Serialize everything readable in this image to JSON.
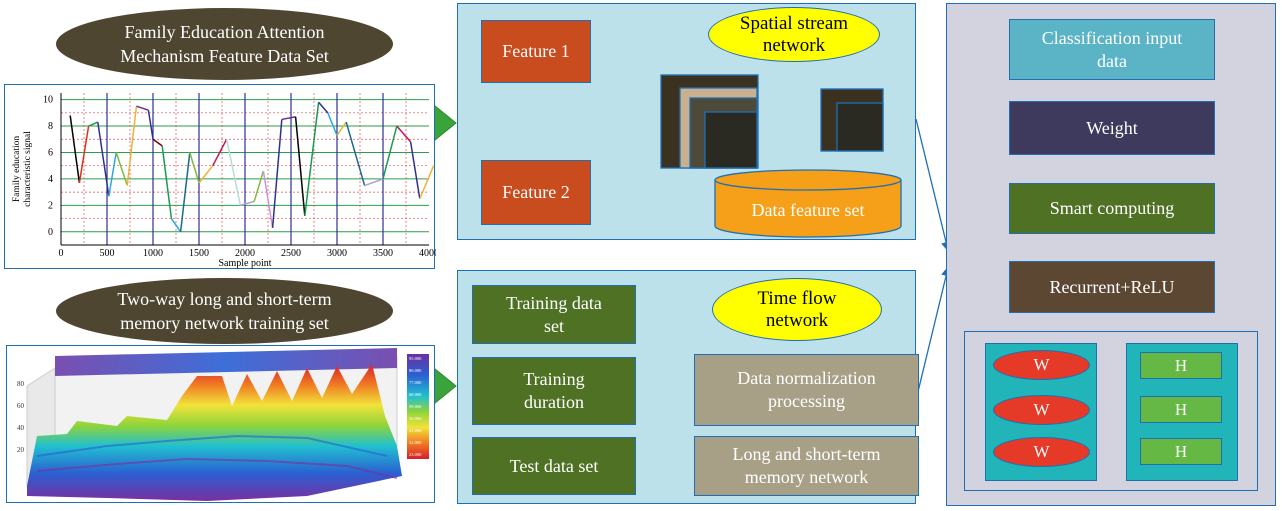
{
  "left": {
    "title1": "Family Education Attention Mechanism Feature Data Set",
    "title1_line1": "Family Education Attention",
    "title1_line2": "Mechanism Feature Data Set",
    "title2_line1": "Two-way long and short-term",
    "title2_line2": "memory network training set",
    "chart_data": {
      "type": "line",
      "xlabel": "Sample point",
      "ylabel_line1": "Family education",
      "ylabel_line2": "characteristic signal",
      "xlim": [
        0,
        4000
      ],
      "ylim": [
        -1,
        10.5
      ],
      "xticks": [
        "0",
        "500",
        "1000",
        "1500",
        "2000",
        "2500",
        "3000",
        "3500",
        "4000"
      ],
      "yticks": [
        "0",
        "2",
        "4",
        "6",
        "8",
        "10"
      ],
      "series": [
        {
          "color": "#000000",
          "x": [
            100,
            200
          ],
          "values": [
            8.8,
            3.7
          ]
        },
        {
          "color": "#e0301e",
          "x": [
            200,
            300
          ],
          "values": [
            3.7,
            8.0
          ]
        },
        {
          "color": "#1a9a50",
          "x": [
            300,
            400
          ],
          "values": [
            8.0,
            8.3
          ]
        },
        {
          "color": "#2e3192",
          "x": [
            400,
            520
          ],
          "values": [
            8.3,
            2.7
          ]
        },
        {
          "color": "#29a9e0",
          "x": [
            520,
            600
          ],
          "values": [
            2.7,
            6.0
          ]
        },
        {
          "color": "#7fba43",
          "x": [
            600,
            720
          ],
          "values": [
            6.0,
            3.5
          ]
        },
        {
          "color": "#f2b134",
          "x": [
            720,
            820
          ],
          "values": [
            3.5,
            9.5
          ]
        },
        {
          "color": "#662d91",
          "x": [
            820,
            950
          ],
          "values": [
            9.5,
            9.2
          ]
        },
        {
          "color": "#2e3192",
          "x": [
            950,
            1000
          ],
          "values": [
            9.2,
            7.0
          ]
        },
        {
          "color": "#800000",
          "x": [
            1000,
            1100
          ],
          "values": [
            7.0,
            6.5
          ]
        },
        {
          "color": "#1a9a50",
          "x": [
            1100,
            1200
          ],
          "values": [
            6.5,
            1.0
          ]
        },
        {
          "color": "#29a9e0",
          "x": [
            1200,
            1300
          ],
          "values": [
            1.0,
            0.0
          ]
        },
        {
          "color": "#1a6a8a",
          "x": [
            1300,
            1400
          ],
          "values": [
            0.0,
            6.0
          ]
        },
        {
          "color": "#7fba43",
          "x": [
            1400,
            1500
          ],
          "values": [
            6.0,
            3.7
          ]
        },
        {
          "color": "#f2b134",
          "x": [
            1500,
            1650
          ],
          "values": [
            3.7,
            5.0
          ]
        },
        {
          "color": "#c2185b",
          "x": [
            1650,
            1800
          ],
          "values": [
            5.0,
            7.0
          ]
        },
        {
          "color": "#b2dfdb",
          "x": [
            1800,
            1950
          ],
          "values": [
            7.0,
            2.0
          ]
        },
        {
          "color": "#b39ddb",
          "x": [
            1950,
            2100
          ],
          "values": [
            2.0,
            2.3
          ]
        },
        {
          "color": "#7fba43",
          "x": [
            2100,
            2200
          ],
          "values": [
            2.3,
            4.6
          ]
        },
        {
          "color": "#ce93d8",
          "x": [
            2200,
            2300
          ],
          "values": [
            4.6,
            0.3
          ]
        },
        {
          "color": "#2e3192",
          "x": [
            2300,
            2400
          ],
          "values": [
            0.3,
            8.5
          ]
        },
        {
          "color": "#662d91",
          "x": [
            2400,
            2550
          ],
          "values": [
            8.5,
            8.7
          ]
        },
        {
          "color": "#000000",
          "x": [
            2550,
            2650
          ],
          "values": [
            8.7,
            1.2
          ]
        },
        {
          "color": "#1a9a50",
          "x": [
            2650,
            2800
          ],
          "values": [
            1.2,
            9.8
          ]
        },
        {
          "color": "#2e3192",
          "x": [
            2800,
            2900
          ],
          "values": [
            9.8,
            9.0
          ]
        },
        {
          "color": "#29a9e0",
          "x": [
            2900,
            3000
          ],
          "values": [
            9.0,
            7.3
          ]
        },
        {
          "color": "#f2b134",
          "x": [
            3000,
            3100
          ],
          "values": [
            7.3,
            8.3
          ]
        },
        {
          "color": "#1a6a8a",
          "x": [
            3100,
            3300
          ],
          "values": [
            8.3,
            3.5
          ]
        },
        {
          "color": "#b39ddb",
          "x": [
            3300,
            3500
          ],
          "values": [
            3.5,
            4.0
          ]
        },
        {
          "color": "#1a9a50",
          "x": [
            3500,
            3650
          ],
          "values": [
            4.0,
            8.0
          ]
        },
        {
          "color": "#c2185b",
          "x": [
            3650,
            3800
          ],
          "values": [
            8.0,
            6.8
          ]
        },
        {
          "color": "#2e3192",
          "x": [
            3800,
            3900
          ],
          "values": [
            6.8,
            2.5
          ]
        },
        {
          "color": "#f2b134",
          "x": [
            3900,
            4050
          ],
          "values": [
            2.5,
            5.0
          ]
        }
      ]
    },
    "colorbar_labels": [
      "95.000",
      "86.000",
      "77.000",
      "68.000",
      "59.000",
      "50.000",
      "41.000",
      "32.000",
      "23.000"
    ],
    "surface_yticks": [
      "80",
      "60",
      "40",
      "20"
    ]
  },
  "mid_top": {
    "feature1": "Feature 1",
    "feature2": "Feature 2",
    "spatial_line1": "Spatial stream",
    "spatial_line2": "network",
    "data_feature_set": "Data feature set"
  },
  "mid_bottom": {
    "training_data_line1": "Training data",
    "training_data_line2": "set",
    "training_duration_line1": "Training",
    "training_duration_line2": "duration",
    "test_data": "Test data set",
    "time_flow_line1": "Time flow",
    "time_flow_line2": "network",
    "norm_line1": "Data normalization",
    "norm_line2": "processing",
    "lstm_line1": "Long and short-term",
    "lstm_line2": "memory network"
  },
  "right": {
    "classification_line1": "Classification input",
    "classification_line2": "data",
    "weight": "Weight",
    "smart": "Smart computing",
    "recurrent": "Recurrent+ReLU",
    "w_labels": [
      "W",
      "W",
      "W"
    ],
    "h_labels": [
      "H",
      "H",
      "H"
    ]
  },
  "colors": {
    "panel": "#bde1ea",
    "panel_border": "#1f6fb4",
    "orange": "#c94c1e",
    "green": "#4e7124",
    "gray": "#a89f87",
    "teal": "#5ab4c6",
    "navy": "#3e3a5e",
    "brown": "#5c4733",
    "lavender": "#d3d3e0",
    "cyan": "#21b4b8",
    "w_red": "#e53a27",
    "h_green": "#66b845",
    "yellow": "#ffff00",
    "arrow_green": "#3aa43a"
  }
}
